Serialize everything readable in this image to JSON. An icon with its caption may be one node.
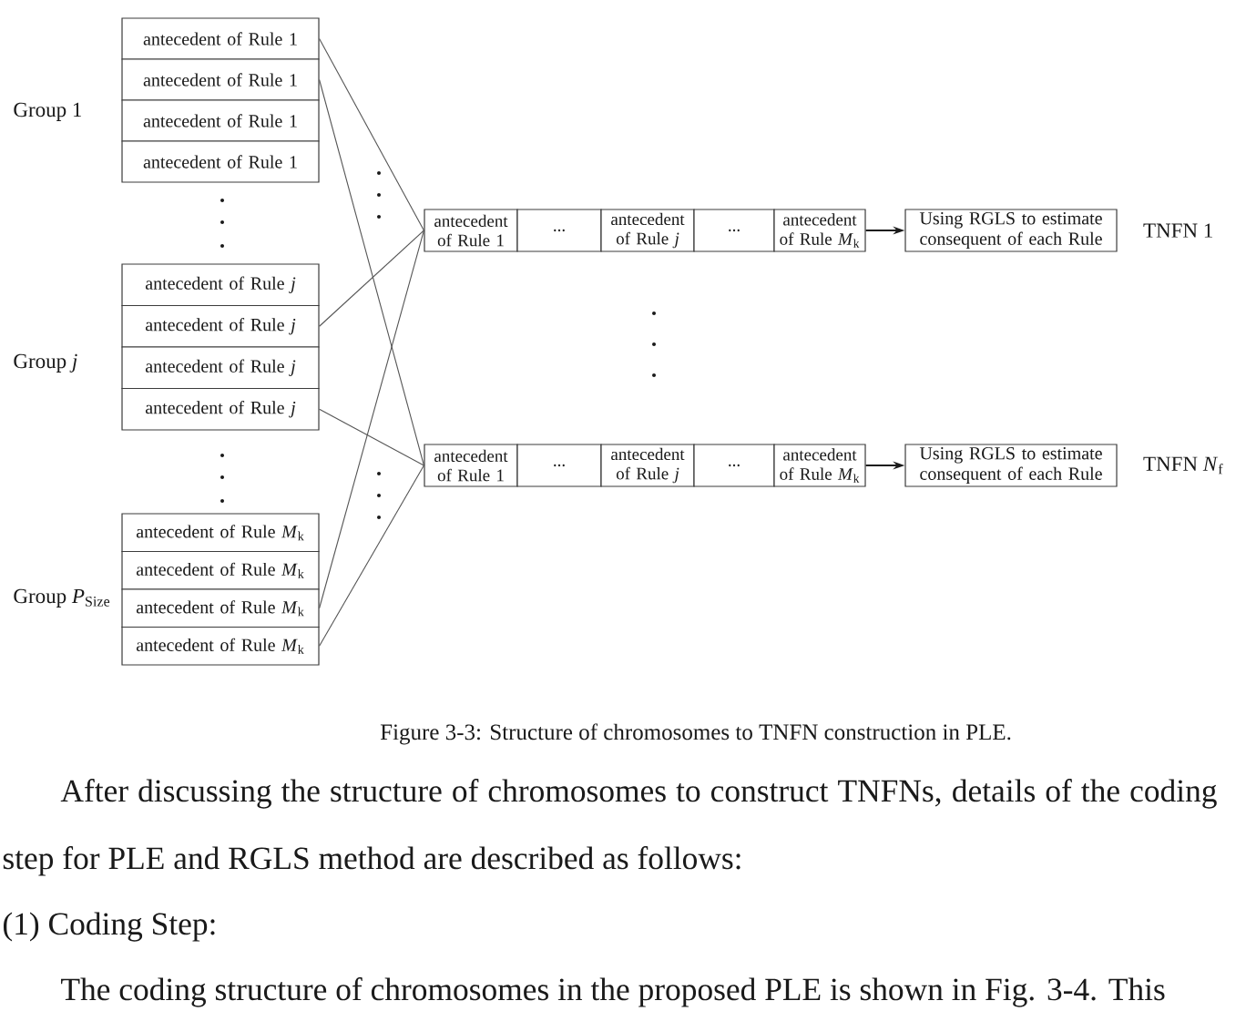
{
  "diagram": {
    "caption": "Figure 3-3: Structure of chromosomes to TNFN construction in PLE.",
    "nodes": [
      {
        "text": [
          "antecedent of Rule 1"
        ]
      },
      {
        "text": [
          "antecedent of Rule 1"
        ]
      },
      {
        "text": [
          "antecedent of Rule 1"
        ]
      },
      {
        "text": [
          "antecedent of Rule 1"
        ]
      },
      {
        "text": [
          "antecedent of Rule *j*"
        ]
      },
      {
        "text": [
          "antecedent of Rule *j*"
        ]
      },
      {
        "text": [
          "antecedent of Rule *j*"
        ]
      },
      {
        "text": [
          "antecedent of Rule *j*"
        ]
      },
      {
        "text": [
          "antecedent of Rule *M*$_{k}$"
        ]
      },
      {
        "text": [
          "antecedent of Rule *M*$_{k}$"
        ]
      },
      {
        "text": [
          "antecedent of Rule *M*$_{k}$"
        ]
      },
      {
        "text": [
          "antecedent of Rule *M*$_{k}$"
        ]
      },
      {
        "text": [
          "antecedent of Rule 1"
        ]
      },
      {
        "text": [
          "..."
        ]
      },
      {
        "text": [
          "antecedent of Rule *j*"
        ]
      },
      {
        "text": [
          "..."
        ]
      },
      {
        "text": [
          "antecedent of Rule *M*$_{k}$"
        ]
      },
      {
        "text": [
          "Using RGLS to estimate consequent of each Rule"
        ],
        "beside": [
          "TNFN 1"
        ]
      },
      {
        "text": [
          "antecedent of Rule 1"
        ]
      },
      {
        "text": [
          "..."
        ]
      },
      {
        "text": [
          "antecedent of Rule *j*"
        ]
      },
      {
        "text": [
          "..."
        ]
      },
      {
        "text": [
          "antecedent of Rule *M*$_{k}$"
        ]
      },
      {
        "text": [
          "Using RGLS to estimate consequent of each Rule"
        ],
        "beside": [
          "TNFN *N*$_{f}$"
        ]
      }
    ],
    "edges": [
      {
        "from": 0,
        "to": 12,
        "arrow": "none"
      },
      {
        "from": 1,
        "to": 18,
        "arrow": "none"
      },
      {
        "from": 5,
        "to": 12,
        "arrow": "none"
      },
      {
        "from": 7,
        "to": 18,
        "arrow": "none"
      },
      {
        "from": 10,
        "to": 12,
        "arrow": "none"
      },
      {
        "from": 11,
        "to": 18,
        "arrow": "none"
      },
      {
        "from": 16,
        "to": 17,
        "arrow": "to"
      },
      {
        "from": 22,
        "to": 23,
        "arrow": "to"
      }
    ],
    "labels": [
      "Group 1",
      "Group *j*",
      "Group *P*$_{Size}$",
      "After discussing the structure of chromosomes to construct TNFNs, details of the coding step for PLE and RGLS method are described as follows:",
      "(1) Coding Step:",
      "The coding structure of chromosomes in the proposed PLE is shown in Fig. 3-4. This"
    ]
  }
}
